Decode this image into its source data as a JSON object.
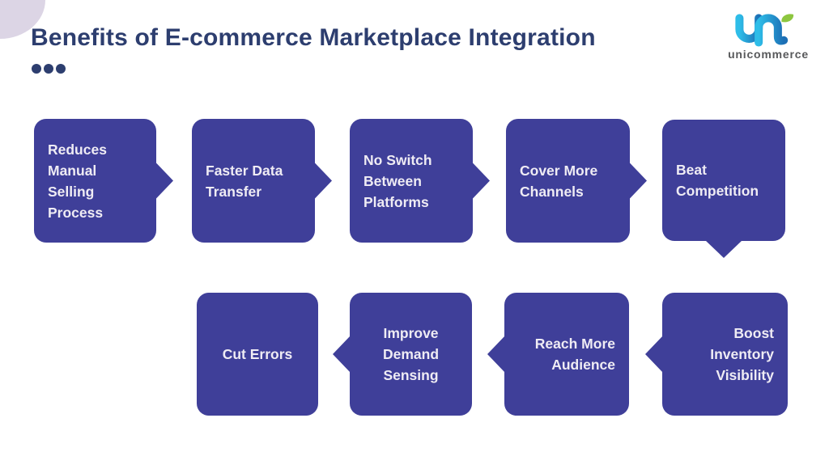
{
  "header": {
    "title": "Benefits of E-commerce Marketplace Integration",
    "accent_dots": 3
  },
  "logo": {
    "brand": "unicommerce",
    "mark": "un-monogram-with-leaf"
  },
  "colors": {
    "node_fill": "#3F3F99",
    "node_text": "#EFECF4",
    "title_navy": "#2D3E6F",
    "corner_lavender": "#DCD5E5",
    "logo_blue_start": "#2EBDE8",
    "logo_blue_end": "#1C6FB5",
    "leaf_green": "#8DC63F",
    "wordmark_gray": "#58595B"
  },
  "diagram": {
    "flow_order": "top row left-to-right, down after Beat Competition, bottom row right-to-left",
    "nodes": [
      {
        "label": "Reduces\nManual\nSelling\nProcess",
        "arrow": "right"
      },
      {
        "label": "Faster Data\nTransfer",
        "arrow": "right"
      },
      {
        "label": "No Switch\nBetween\nPlatforms",
        "arrow": "right"
      },
      {
        "label": "Cover More\nChannels",
        "arrow": "right"
      },
      {
        "label": "Beat\nCompetition",
        "arrow": "down"
      },
      {
        "label": "Boost\nInventory\nVisibility",
        "arrow": "left"
      },
      {
        "label": "Reach More\nAudience",
        "arrow": "left"
      },
      {
        "label": "Improve\nDemand\nSensing",
        "arrow": "left"
      },
      {
        "label": "Cut Errors",
        "arrow": "none"
      }
    ]
  }
}
